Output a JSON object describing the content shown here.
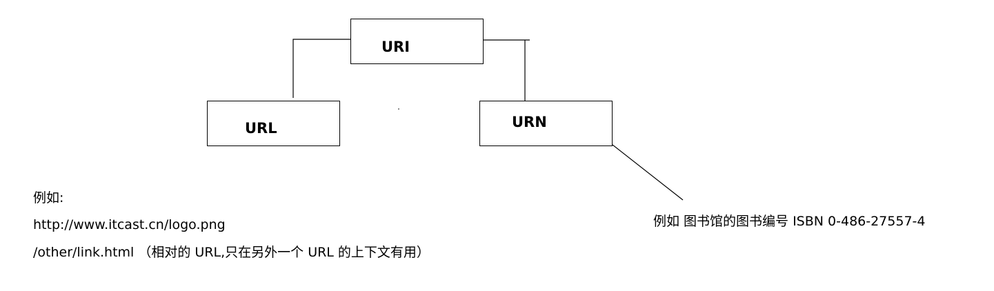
{
  "diagram": {
    "nodes": {
      "uri": "URI",
      "url": "URL",
      "urn": "URN"
    },
    "edges": [
      {
        "from": "URI",
        "to": "URL"
      },
      {
        "from": "URI",
        "to": "URN"
      },
      {
        "from": "URN",
        "to": "urn_example"
      }
    ],
    "url_examples": {
      "heading": "例如:",
      "line1": "http://www.itcast.cn/logo.png",
      "line2": "/other/link.html （相对的 URL,只在另外一个 URL 的上下文有用）"
    },
    "urn_example": "例如 图书馆的图书编号 ISBN 0-486-27557-4"
  }
}
